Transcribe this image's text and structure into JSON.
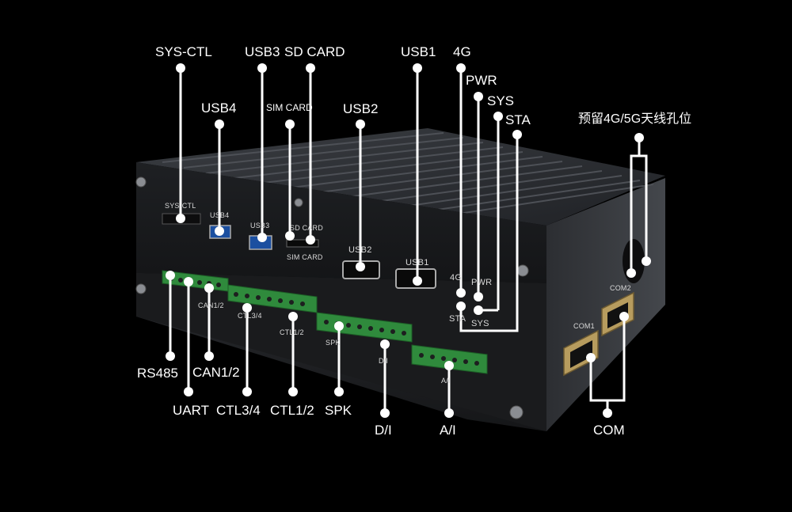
{
  "callouts": {
    "sys_ctl": "SYS-CTL",
    "usb3": "USB3",
    "sd_card": "SD CARD",
    "usb1": "USB1",
    "cell_4g": "4G",
    "pwr": "PWR",
    "sys": "SYS",
    "sta": "STA",
    "usb4": "USB4",
    "sim_card": "SIM CARD",
    "usb2": "USB2",
    "antenna": "预留4G/5G天线孔位",
    "rs485": "RS485",
    "can12": "CAN1/2",
    "uart": "UART",
    "ctl34": "CTL3/4",
    "ctl12": "CTL1/2",
    "spk": "SPK",
    "di": "D/I",
    "ai": "A/I",
    "com": "COM"
  },
  "panel": {
    "sys_ctl": "SYS-CTL",
    "usb4": "USB4",
    "usb3": "USB3",
    "sd_card": "SD CARD",
    "sim_card": "SIM CARD",
    "usb2": "USB2",
    "usb1": "USB1",
    "cell_4g": "4G",
    "pwr": "PWR",
    "sta": "STA",
    "sys": "SYS",
    "can12": "CAN1/2",
    "ctl34": "CTL3/4",
    "ctl12": "CTL1/2",
    "spk": "SPK",
    "di": "D/I",
    "ai": "A/I",
    "com1": "COM1",
    "com2": "COM2"
  }
}
